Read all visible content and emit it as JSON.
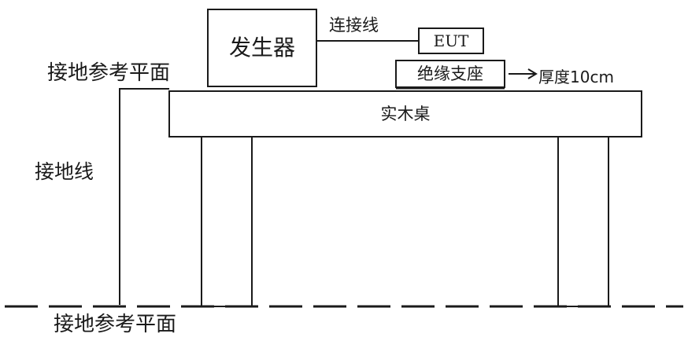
{
  "labels": {
    "ground_plane_top": "接地参考平面",
    "ground_wire": "接地线",
    "ground_plane_bottom": "接地参考平面",
    "connection_cable": "连接线",
    "thickness": "厚度10cm"
  },
  "boxes": {
    "generator": "发生器",
    "eut": "EUT",
    "insulating_support": "绝缘支座",
    "wooden_table": "实木桌"
  },
  "colors": {
    "stroke": "#1a1a1a",
    "background": "#ffffff"
  }
}
